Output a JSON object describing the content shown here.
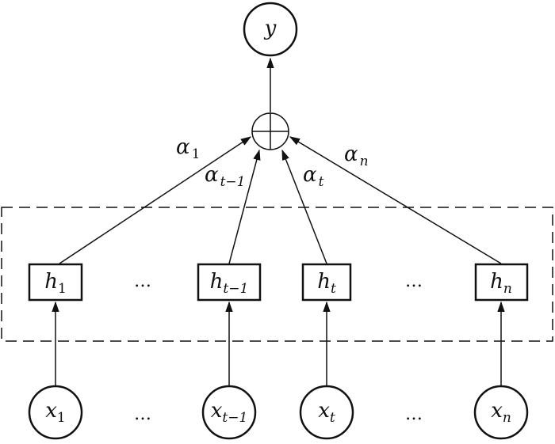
{
  "output_node": {
    "label": "y"
  },
  "sum_node": {
    "symbol": "⊕"
  },
  "weights": [
    {
      "base": "α",
      "sub": "1"
    },
    {
      "base": "α",
      "sub": "t−1"
    },
    {
      "base": "α",
      "sub": "t"
    },
    {
      "base": "α",
      "sub": "n"
    }
  ],
  "hidden_nodes": [
    {
      "base": "h",
      "sub": "1"
    },
    {
      "base": "h",
      "sub": "t−1"
    },
    {
      "base": "h",
      "sub": "t"
    },
    {
      "base": "h",
      "sub": "n"
    }
  ],
  "input_nodes": [
    {
      "base": "x",
      "sub": "1"
    },
    {
      "base": "x",
      "sub": "t−1"
    },
    {
      "base": "x",
      "sub": "t"
    },
    {
      "base": "x",
      "sub": "n"
    }
  ],
  "ellipsis": "…"
}
